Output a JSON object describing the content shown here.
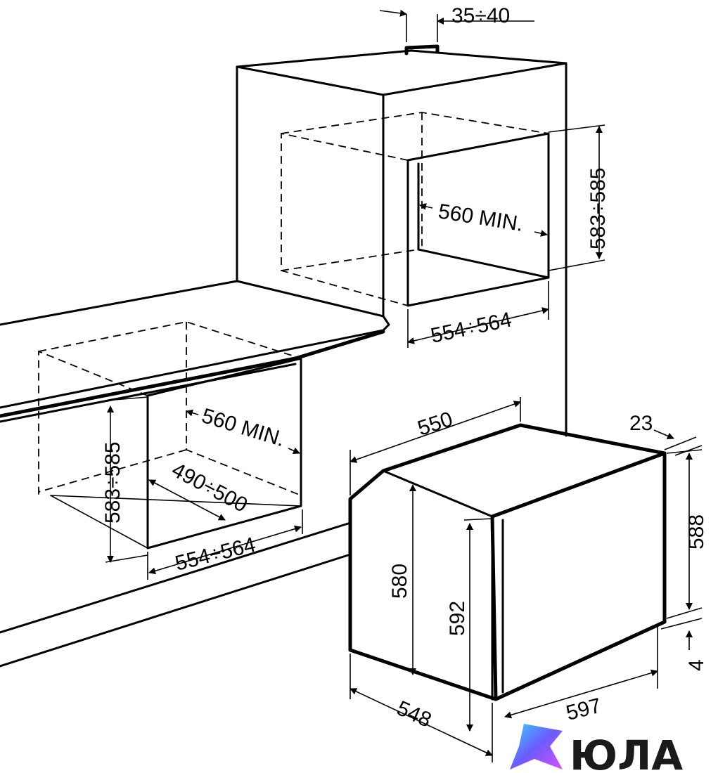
{
  "labels": {
    "top_gap": "35÷40",
    "upper_depth": "560 MIN.",
    "upper_height": "583÷585",
    "upper_width": "554÷564",
    "lower_depth": "560 MIN.",
    "lower_height": "583÷585",
    "lower_inner": "490÷500",
    "lower_width": "554÷564",
    "oven_depth_top": "550",
    "oven_door": "23",
    "oven_front_h": "588",
    "oven_gap": "4",
    "oven_body_h": "580",
    "oven_total_h": "592",
    "oven_bottom_depth": "548",
    "oven_front_w": "597"
  },
  "brand": {
    "name": "ЮЛА",
    "colors": [
      "#3ad1ff",
      "#6a5cff",
      "#d94fff"
    ]
  }
}
